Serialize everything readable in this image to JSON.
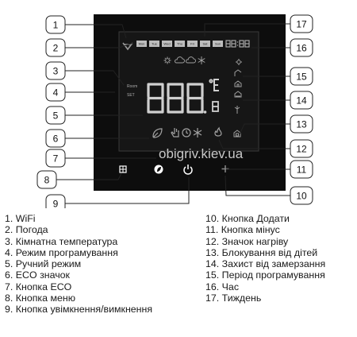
{
  "display": {
    "days": [
      "Mon",
      "Tue",
      "Wed",
      "Thu",
      "Fri",
      "Sat",
      "Sun"
    ],
    "room_label": "Room",
    "set_label": "SET"
  },
  "watermark": "obigriv.kiev.ua",
  "callouts": [
    "1",
    "2",
    "3",
    "4",
    "5",
    "6",
    "7",
    "8",
    "9",
    "10",
    "11",
    "12",
    "13",
    "14",
    "15",
    "16",
    "17"
  ],
  "legend_left": [
    "1. WiFi",
    "2. Погода",
    "3. Кімнатна температура",
    "4. Режим програмування",
    "5. Ручний режим",
    "6. ECO значок",
    "7. Кнопка ECO",
    "8. Кнопка меню",
    "9. Кнопка увімкнення/вимкнення"
  ],
  "legend_right": [
    "10. Кнопка Додати",
    "11. Кнопка мінус",
    "12. Значок нагріву",
    "13. Блокування від дітей",
    "14. Захист від замерзання",
    "15. Період програмування",
    "16. Час",
    "17. Тиждень"
  ]
}
